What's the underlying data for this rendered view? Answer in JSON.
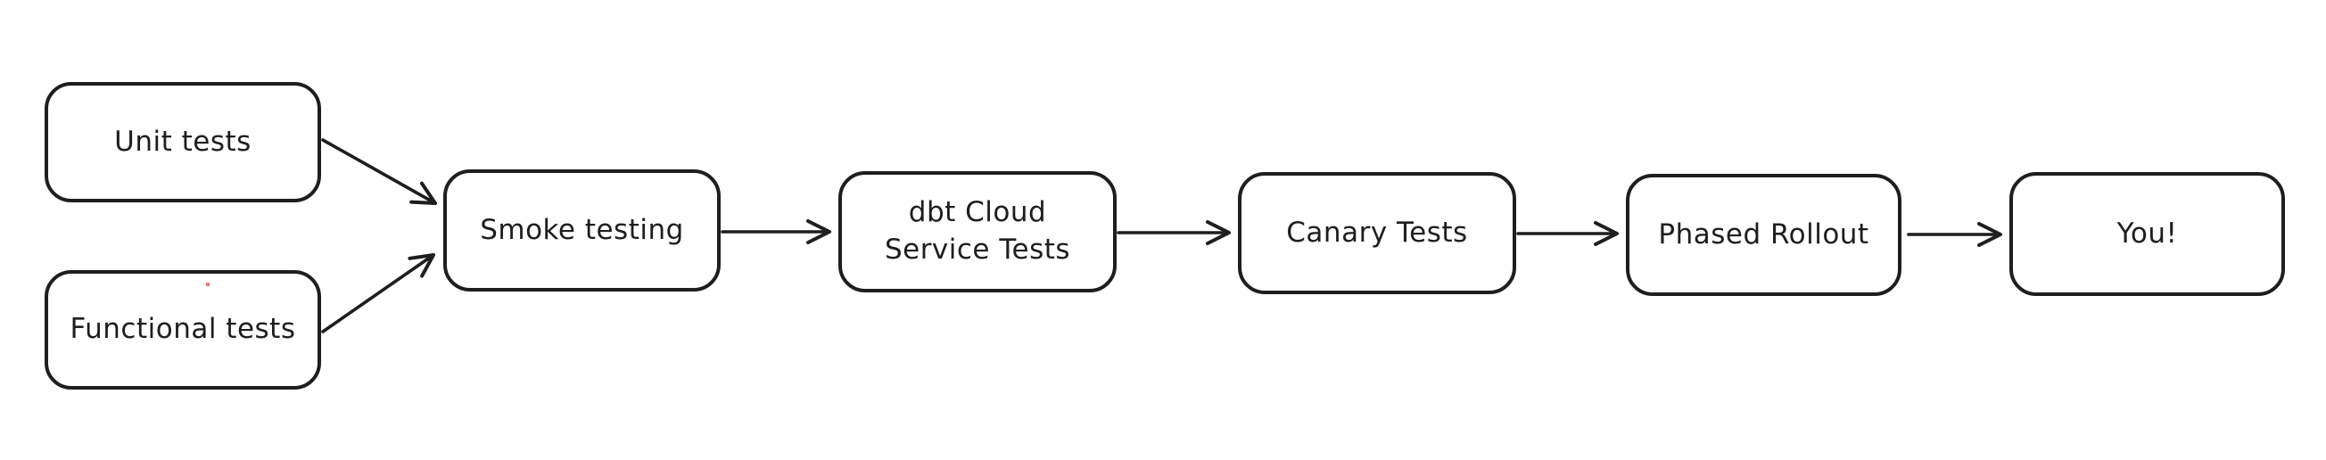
{
  "diagram": {
    "type": "flowchart",
    "style": "hand-drawn",
    "colors": {
      "background": "#ffffff",
      "stroke": "#1e1e1e",
      "node_fill": "#ffffff",
      "stray_dot": "#e03131"
    },
    "nodes": [
      {
        "id": "unit-tests",
        "label": "Unit tests"
      },
      {
        "id": "functional-tests",
        "label": "Functional tests"
      },
      {
        "id": "smoke-testing",
        "label": "Smoke testing"
      },
      {
        "id": "dbt-cloud-service-tests",
        "label_line1": "dbt Cloud",
        "label_line2": "Service Tests"
      },
      {
        "id": "canary-tests",
        "label": "Canary Tests"
      },
      {
        "id": "phased-rollout",
        "label": "Phased Rollout"
      },
      {
        "id": "you",
        "label": "You!"
      }
    ],
    "edges": [
      {
        "from": "unit-tests",
        "to": "smoke-testing"
      },
      {
        "from": "functional-tests",
        "to": "smoke-testing"
      },
      {
        "from": "smoke-testing",
        "to": "dbt-cloud-service-tests"
      },
      {
        "from": "dbt-cloud-service-tests",
        "to": "canary-tests"
      },
      {
        "from": "canary-tests",
        "to": "phased-rollout"
      },
      {
        "from": "phased-rollout",
        "to": "you"
      }
    ]
  }
}
